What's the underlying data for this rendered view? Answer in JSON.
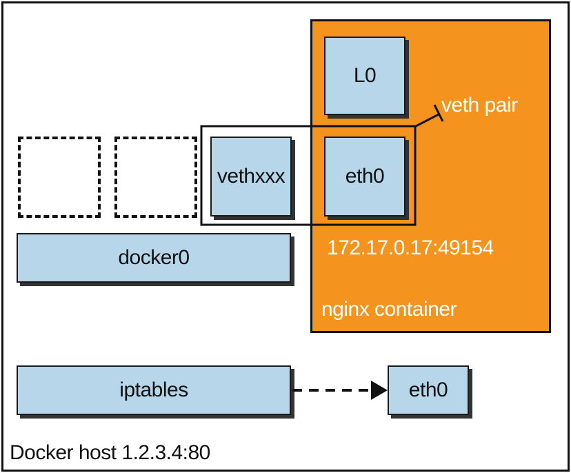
{
  "diagram": {
    "host_label": "Docker host 1.2.3.4:80",
    "container": {
      "label": "nginx container",
      "address": "172.17.0.17:49154",
      "color": "#f4941e"
    },
    "boxes": {
      "lo": "L0",
      "eth0_container": "eth0",
      "vethxxx": "vethxxx",
      "docker0": "docker0",
      "iptables": "iptables",
      "eth0_host": "eth0"
    },
    "veth_pair_label": "veth pair",
    "colors": {
      "box_fill": "#b7d6ea",
      "border": "#111111",
      "container_text": "#ffffff"
    }
  }
}
